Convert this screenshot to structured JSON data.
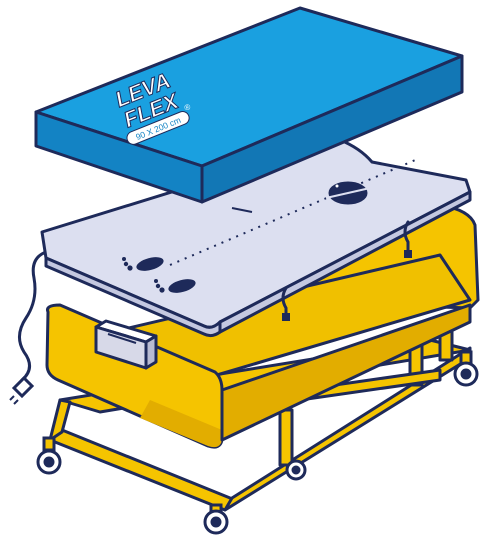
{
  "illustration": {
    "logo": {
      "line1": "LEVA",
      "line2": "FLEX",
      "registered": "®",
      "size_label": "90 X 200 cm"
    },
    "colors": {
      "outline": "#1e2a5a",
      "mattress_top": "#1aa0e0",
      "mattress_side": "#1383c4",
      "plate": "#dcdff0",
      "plate_edge": "#c4c8e0",
      "frame_yellow": "#f5c400",
      "frame_yellow_dark": "#e2ad00",
      "control_box": "#d7d9e8",
      "white": "#ffffff"
    }
  }
}
